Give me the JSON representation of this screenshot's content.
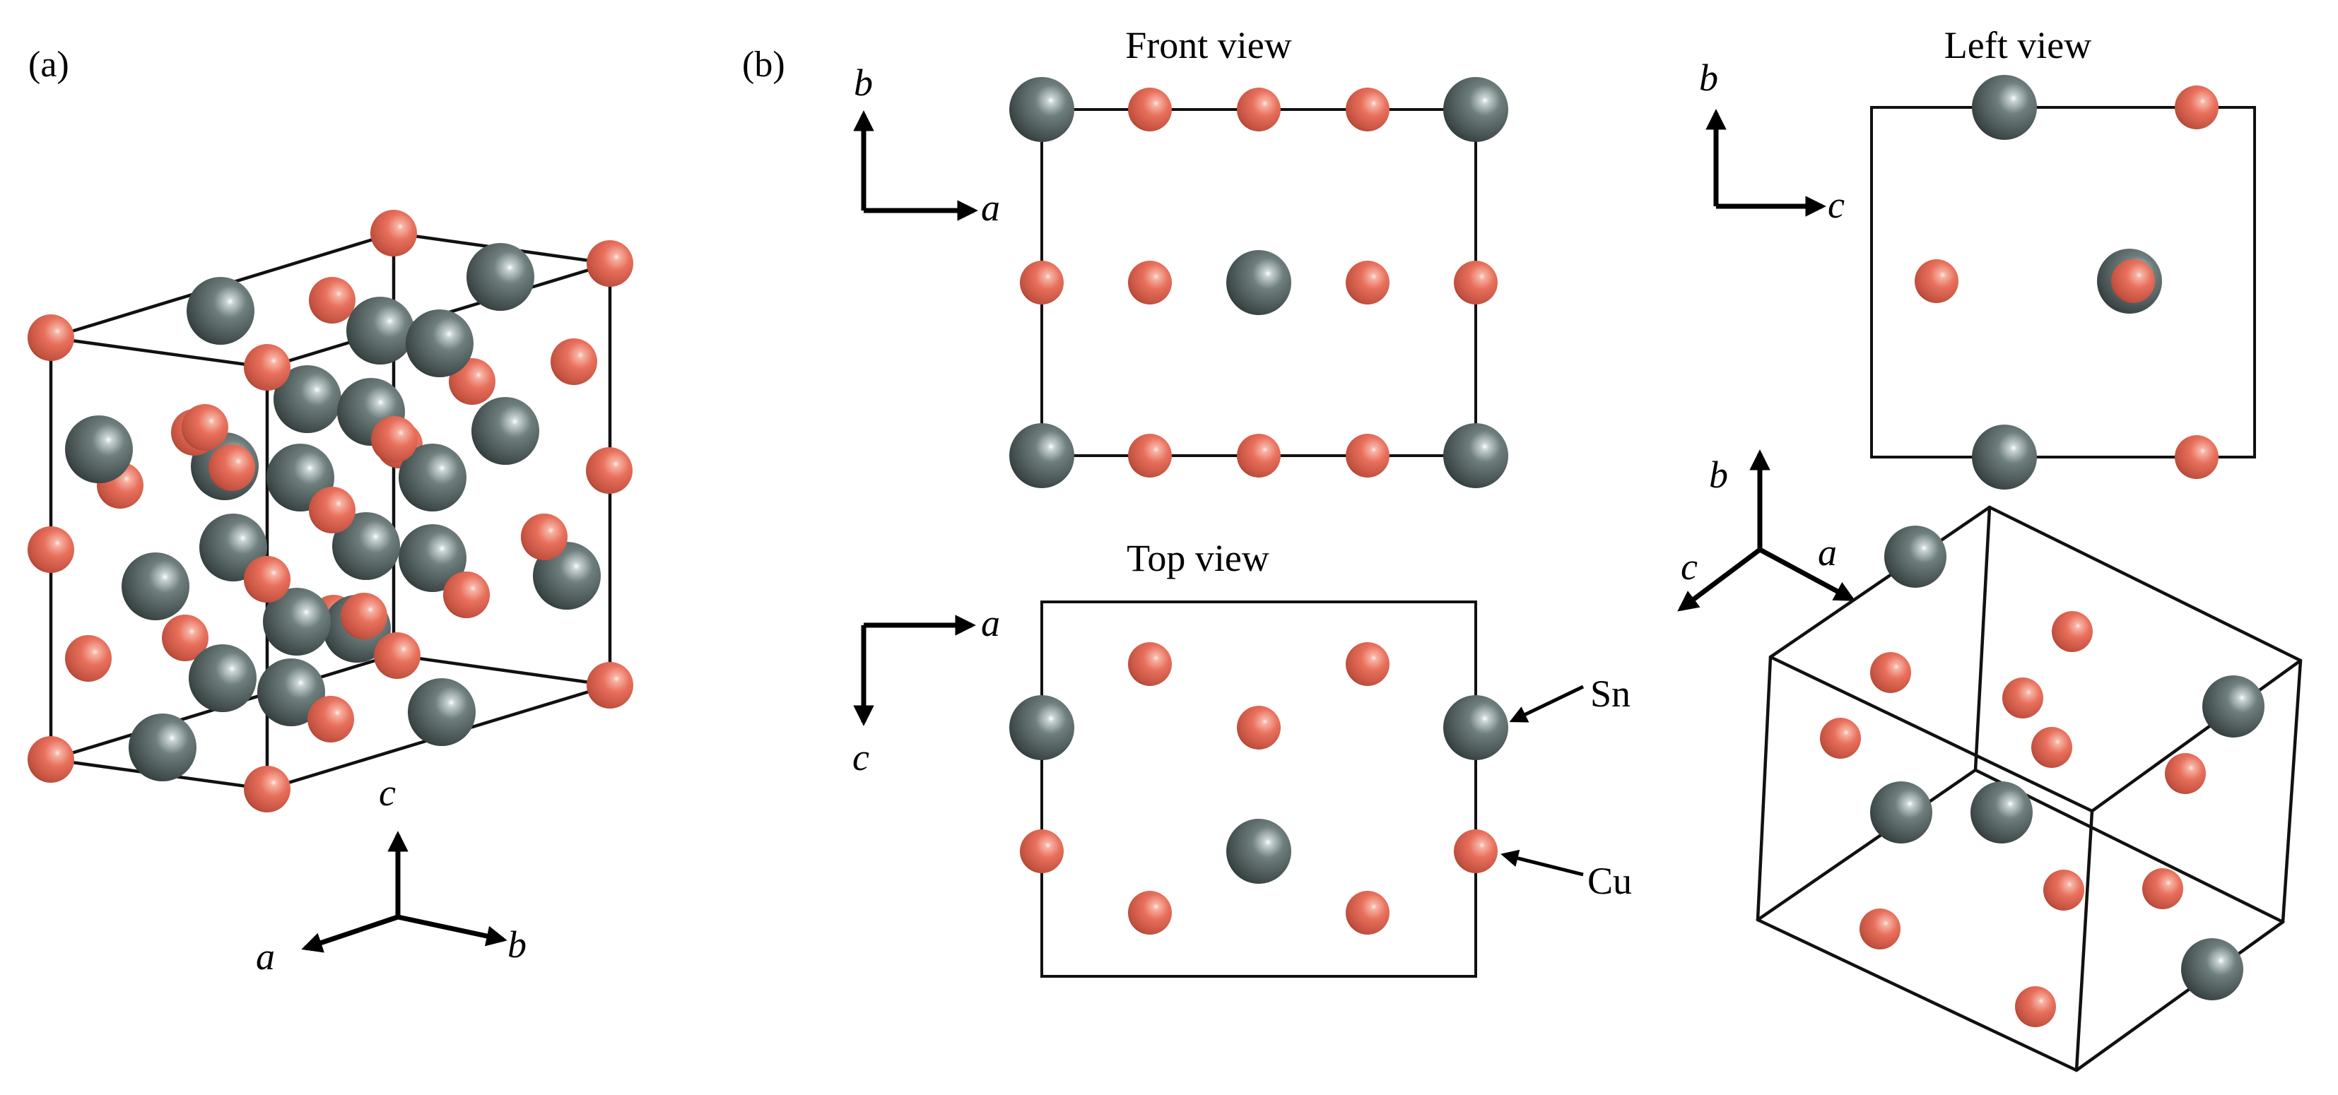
{
  "panels": {
    "a": {
      "label": "(a)"
    },
    "b": {
      "label": "(b)"
    }
  },
  "views": {
    "front": "Front view",
    "left": "Left view",
    "top": "Top view"
  },
  "axes": {
    "a": "a",
    "b": "b",
    "c": "c"
  },
  "species": {
    "sn": {
      "label": "Sn",
      "color": "#5f6e6d"
    },
    "cu": {
      "label": "Cu",
      "color": "#e57360"
    }
  },
  "colors": {
    "edge": "#111111",
    "background": "#ffffff"
  }
}
